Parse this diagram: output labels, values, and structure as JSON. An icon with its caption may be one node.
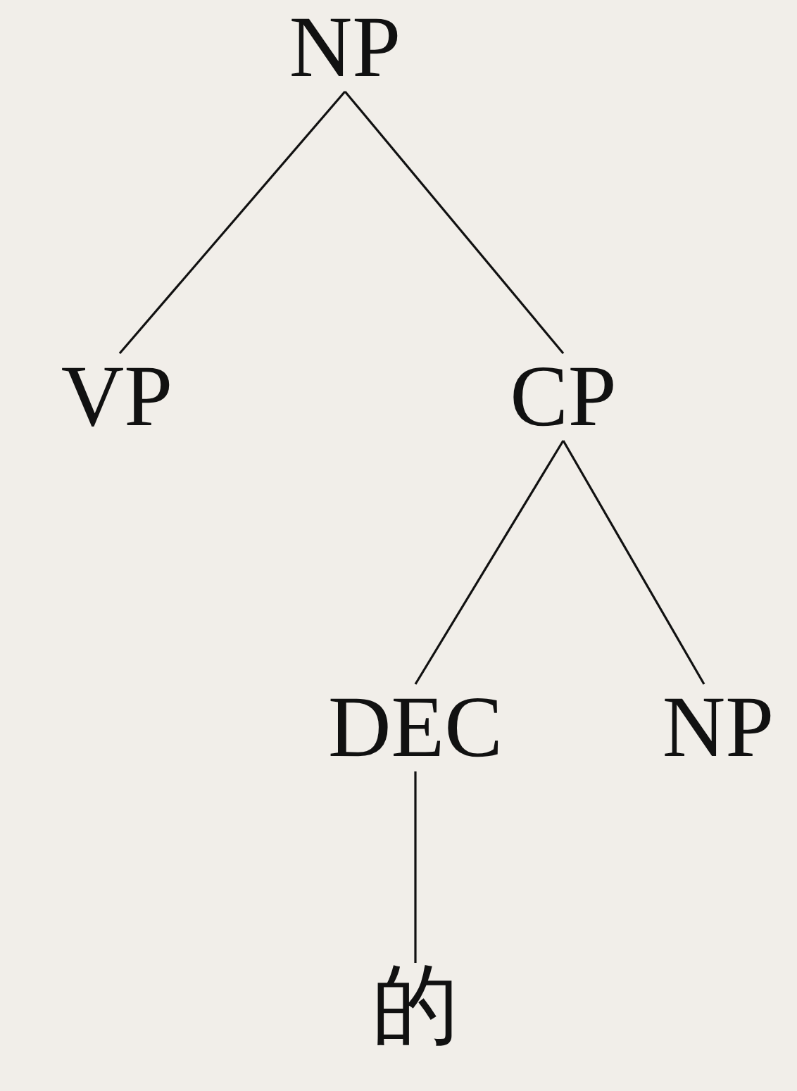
{
  "diagram": {
    "nodes": [
      {
        "text": [
          "NP"
        ]
      },
      {
        "text": [
          "VP"
        ]
      },
      {
        "text": [
          "CP"
        ]
      },
      {
        "text": [
          "DEC"
        ]
      },
      {
        "text": [
          "NP"
        ]
      },
      {
        "text": [
          "的"
        ]
      }
    ],
    "edges": [
      {
        "from": 0,
        "to": 1,
        "arrow": "none"
      },
      {
        "from": 0,
        "to": 2,
        "arrow": "none"
      },
      {
        "from": 2,
        "to": 3,
        "arrow": "none"
      },
      {
        "from": 2,
        "to": 4,
        "arrow": "none"
      },
      {
        "from": 3,
        "to": 5,
        "arrow": "none"
      }
    ]
  }
}
